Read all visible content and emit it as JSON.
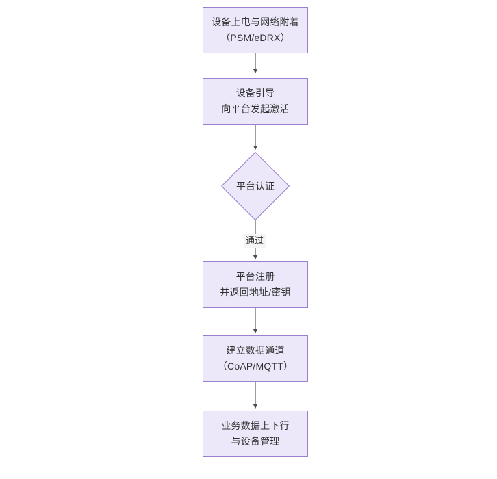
{
  "diagram": {
    "type": "flowchart",
    "orientation": "top-to-bottom",
    "background_color": "#ffffff",
    "node_fill_color": "#ece8fa",
    "node_border_color": "#9d7fd0",
    "text_color": "#333333",
    "connector_color": "#4d4d4d",
    "nodes": [
      {
        "id": "power-on",
        "shape": "rectangle",
        "lines": [
          "设备上电与网络附着",
          "（PSM/eDRX）"
        ]
      },
      {
        "id": "bootstrap",
        "shape": "rectangle",
        "lines": [
          "设备引导",
          "向平台发起激活"
        ]
      },
      {
        "id": "platform-auth",
        "shape": "diamond",
        "lines": [
          "平台认证"
        ]
      },
      {
        "id": "platform-register",
        "shape": "rectangle",
        "lines": [
          "平台注册",
          "并返回地址/密钥"
        ]
      },
      {
        "id": "data-channel",
        "shape": "rectangle",
        "lines": [
          "建立数据通道",
          "（CoAP/MQTT）"
        ]
      },
      {
        "id": "service-data",
        "shape": "rectangle",
        "lines": [
          "业务数据上下行",
          "与设备管理"
        ]
      }
    ],
    "edges": [
      {
        "id": "e1",
        "from": "power-on",
        "to": "bootstrap",
        "label": ""
      },
      {
        "id": "e2",
        "from": "bootstrap",
        "to": "platform-auth",
        "label": ""
      },
      {
        "id": "e3",
        "from": "platform-auth",
        "to": "platform-register",
        "label": "通过"
      },
      {
        "id": "e4",
        "from": "platform-register",
        "to": "data-channel",
        "label": ""
      },
      {
        "id": "e5",
        "from": "data-channel",
        "to": "service-data",
        "label": ""
      }
    ]
  }
}
